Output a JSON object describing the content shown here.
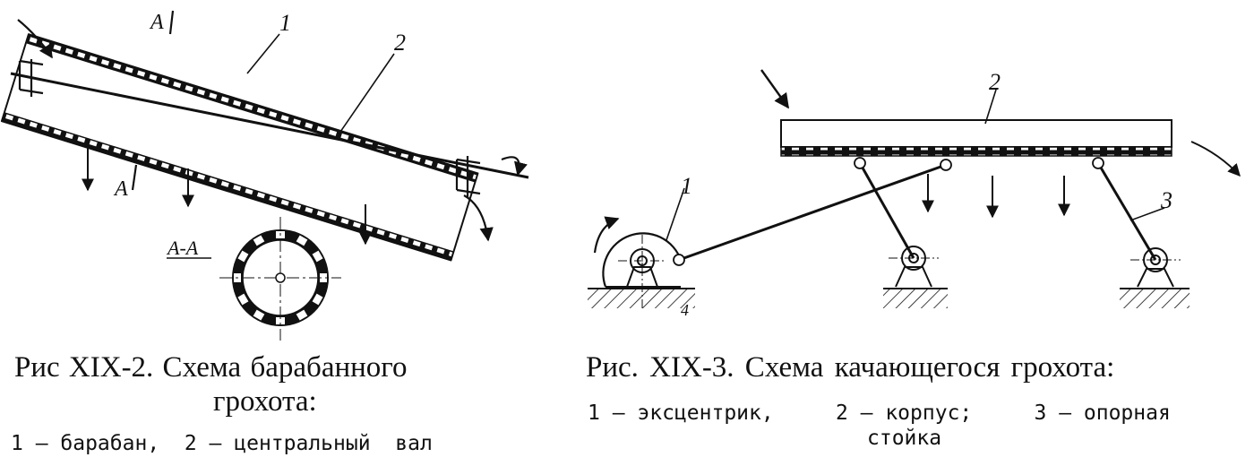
{
  "figure1": {
    "section_label": "A-A",
    "cut_marker_top": "A",
    "cut_marker_bottom": "A",
    "part_labels": [
      "1",
      "2"
    ],
    "caption_line1": "Рис   XIX-2. Схема барабанного",
    "caption_line2": "грохота:",
    "legend": "1 — барабан,  2 — центральный  вал"
  },
  "figure2": {
    "part_labels": [
      "1",
      "2",
      "3"
    ],
    "corner_mark": "4",
    "caption": "Рис. XIX-3. Схема качающегося грохота:",
    "legend_line1": "1 — эксцентрик,     2 — корпус;     3 — опорная",
    "legend_line2": "стойка"
  },
  "colors": {
    "ink": "#111111",
    "paper": "#ffffff"
  }
}
